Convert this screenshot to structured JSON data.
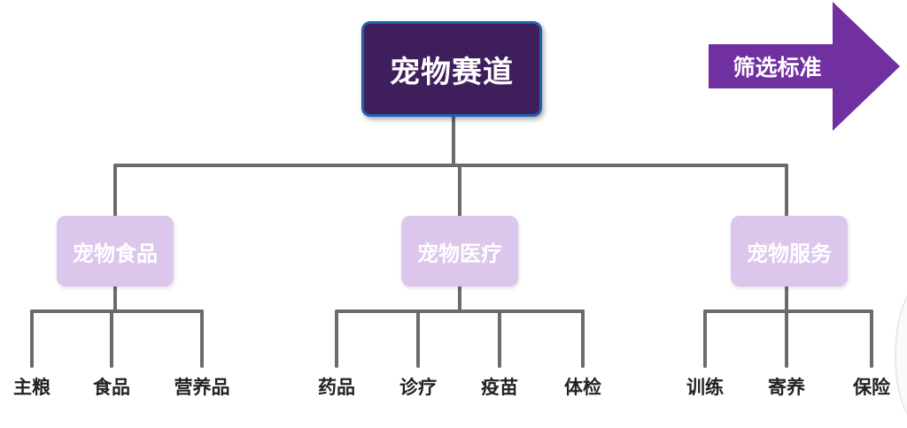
{
  "root": {
    "label": "宠物赛道"
  },
  "arrow": {
    "label": "筛选标准",
    "color": "#7030a0"
  },
  "categories": [
    {
      "label": "宠物食品",
      "items": [
        "主粮",
        "食品",
        "营养品"
      ]
    },
    {
      "label": "宠物医疗",
      "items": [
        "药品",
        "诊疗",
        "疫苗",
        "体检"
      ]
    },
    {
      "label": "宠物服务",
      "items": [
        "训练",
        "寄养",
        "保险"
      ]
    }
  ],
  "colors": {
    "root_fill": "#3e1f5b",
    "root_border": "#1f5fb0",
    "category_fill": "#dcc6ec",
    "connector": "#6b6b6b"
  }
}
